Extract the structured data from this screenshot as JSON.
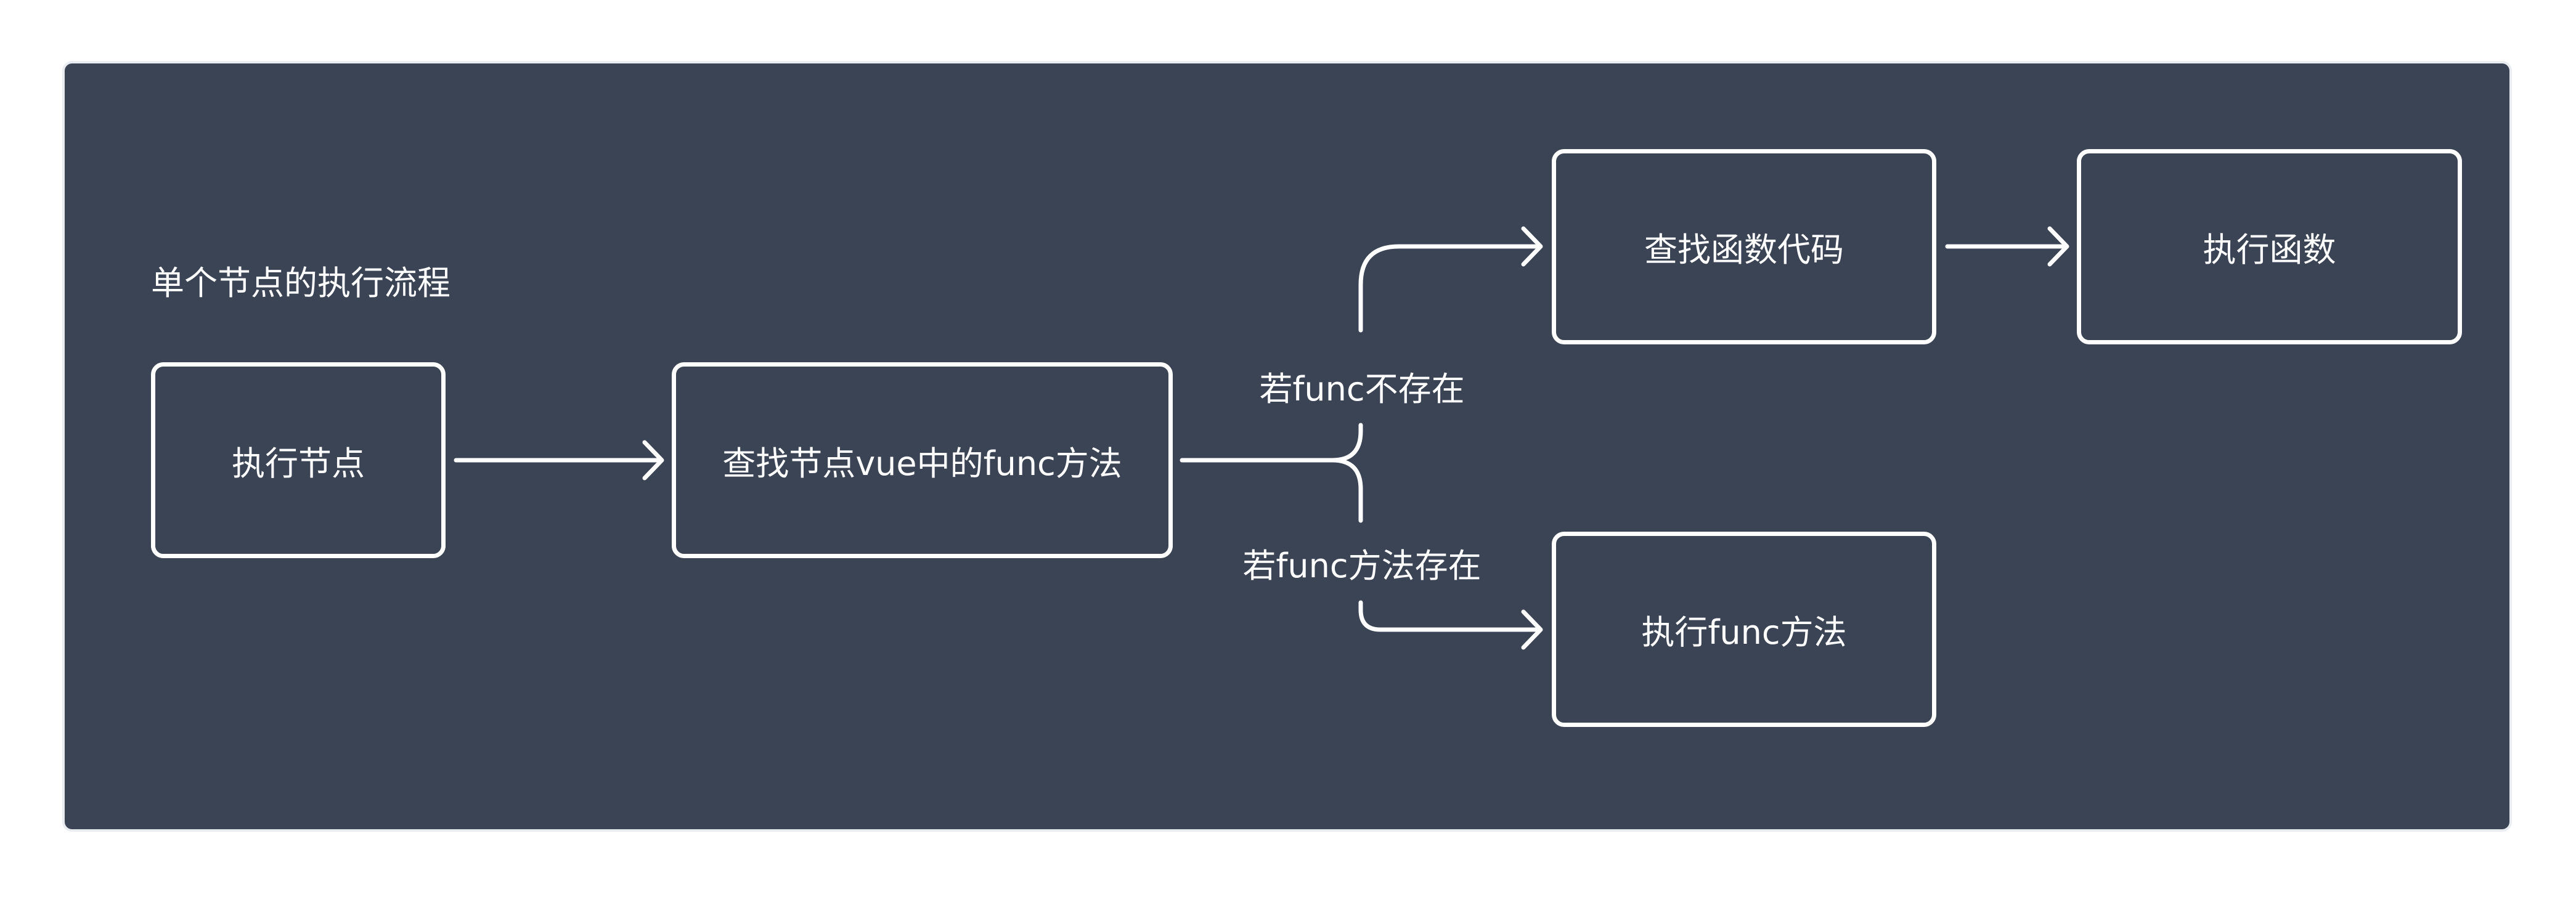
{
  "diagram": {
    "title": "单个节点的执行流程",
    "nodes": {
      "execute_node": "执行节点",
      "find_func": "查找节点vue中的func方法",
      "find_function_code": "查找函数代码",
      "execute_function": "执行函数",
      "execute_func_method": "执行func方法"
    },
    "edge_labels": {
      "func_not_exists": "若func不存在",
      "func_exists": "若func方法存在"
    }
  }
}
